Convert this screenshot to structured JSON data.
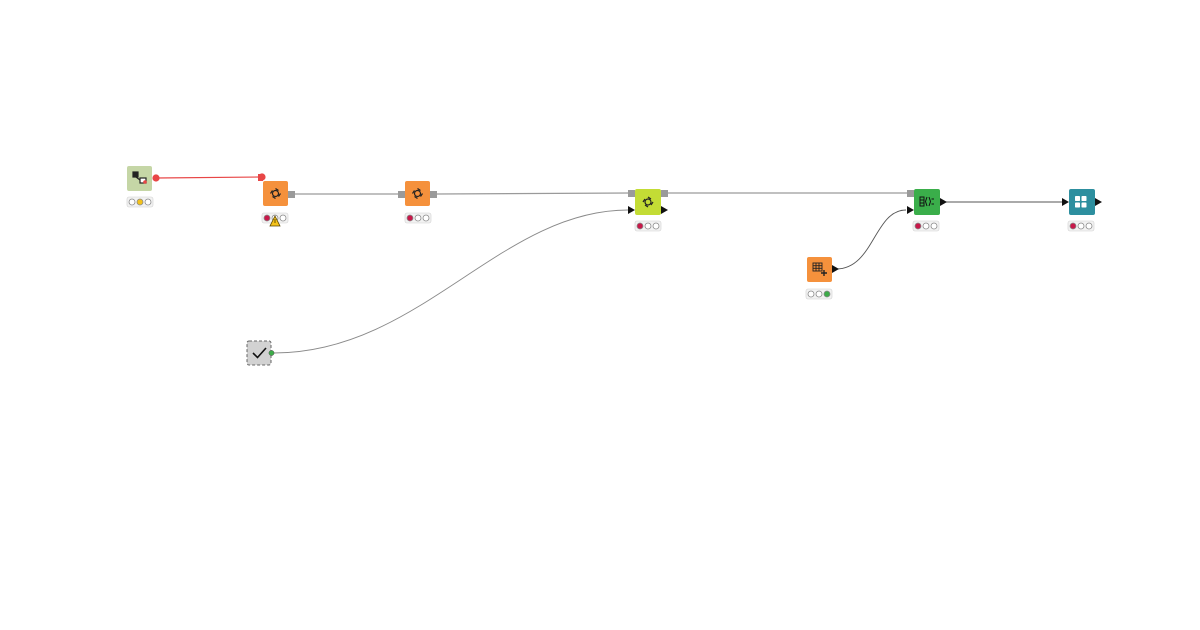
{
  "workflow": {
    "nodes": [
      {
        "id": "n1",
        "name": "connector-node",
        "icon": "db-connector-icon",
        "color": "#c5d6a6",
        "status": [
          "idle",
          "yellow",
          "idle"
        ],
        "warning": false
      },
      {
        "id": "n2",
        "name": "db-node-1",
        "icon": "db-gear-icon",
        "color": "#f5913c",
        "status": [
          "red",
          "idle",
          "idle"
        ],
        "warning": true
      },
      {
        "id": "n3",
        "name": "db-node-2",
        "icon": "db-gear-icon",
        "color": "#f5913c",
        "status": [
          "red",
          "idle",
          "idle"
        ],
        "warning": false
      },
      {
        "id": "n4",
        "name": "db-node-3",
        "icon": "db-gear-icon",
        "color": "#c3dc35",
        "status": [
          "red",
          "idle",
          "idle"
        ],
        "warning": false
      },
      {
        "id": "n5",
        "name": "component-node",
        "icon": "checkmark-icon",
        "color": "#d2d2d2",
        "status": [],
        "warning": false,
        "component": true
      },
      {
        "id": "n6",
        "name": "table-creator-node",
        "icon": "table-create-icon",
        "color": "#f5913c",
        "status": [
          "idle",
          "idle",
          "green"
        ],
        "warning": false
      },
      {
        "id": "n7",
        "name": "joiner-node",
        "icon": "joiner-icon",
        "color": "#3aae4a",
        "status": [
          "red",
          "idle",
          "idle"
        ],
        "warning": false
      },
      {
        "id": "n8",
        "name": "view-node",
        "icon": "view-grid-icon",
        "color": "#2d8f9f",
        "status": [
          "red",
          "idle",
          "idle"
        ],
        "warning": false
      }
    ],
    "connections": [
      {
        "from": "n1",
        "to": "n2",
        "type": "db-connection",
        "color": "#e84646"
      },
      {
        "from": "n2",
        "to": "n3",
        "type": "db-data",
        "color": "#9a9a9a"
      },
      {
        "from": "n3",
        "to": "n4",
        "type": "db-data",
        "color": "#9a9a9a"
      },
      {
        "from": "n4",
        "to": "n7",
        "type": "db-data",
        "color": "#9a9a9a"
      },
      {
        "from": "n5",
        "to": "n4",
        "type": "flow-variable",
        "color": "#8a8a8a"
      },
      {
        "from": "n6",
        "to": "n7",
        "type": "table",
        "color": "#555555"
      },
      {
        "from": "n7",
        "to": "n8",
        "type": "table",
        "color": "#555555"
      }
    ],
    "status_colors": {
      "red": "#c8184a",
      "yellow": "#f4c21b",
      "green": "#3dab49",
      "idle": "#ffffff"
    }
  }
}
